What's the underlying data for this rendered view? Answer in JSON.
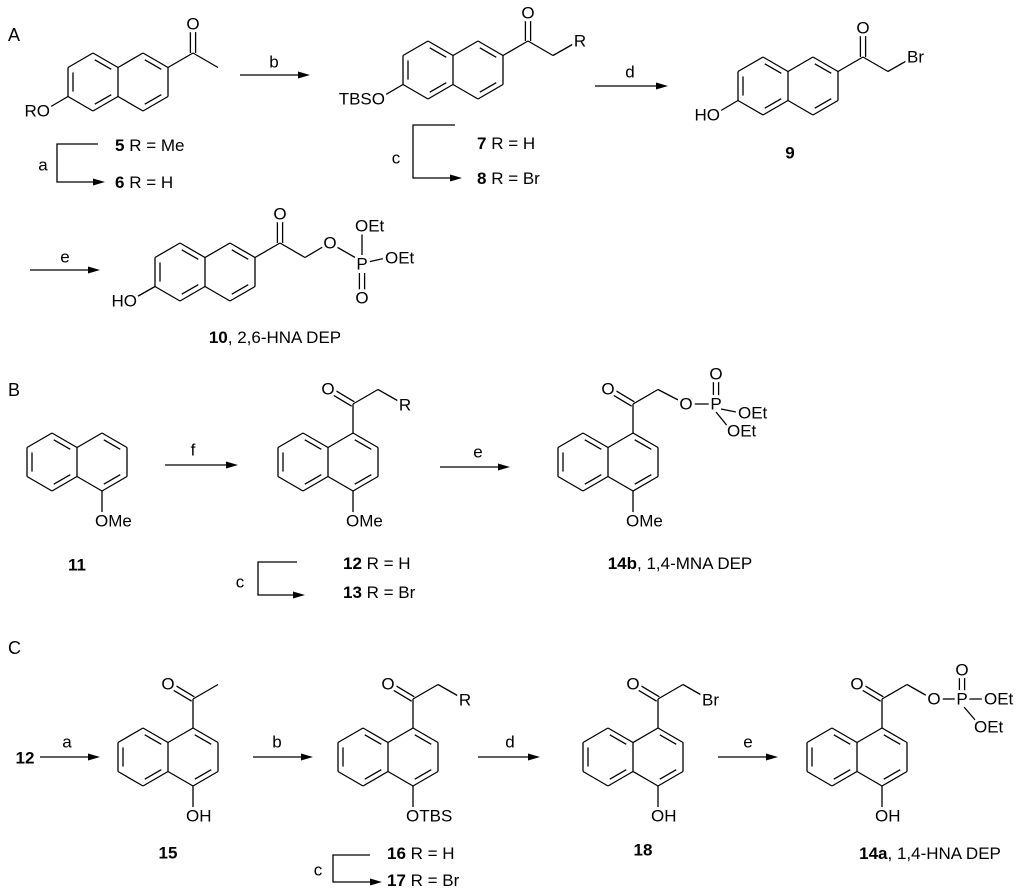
{
  "panels": {
    "A": "A",
    "B": "B",
    "C": "C"
  },
  "reagents": {
    "a": "a",
    "b": "b",
    "c": "c",
    "d": "d",
    "e": "e",
    "f": "f"
  },
  "atoms": {
    "O": "O",
    "RO": "RO",
    "TBSO": "TBSO",
    "HO": "HO",
    "R": "R",
    "Br": "Br",
    "P": "P",
    "OEt": "OEt",
    "OMe": "OMe",
    "OH": "OH",
    "OTBS": "OTBS"
  },
  "compounds": {
    "c5": {
      "number": "5",
      "desc": " R = Me"
    },
    "c6": {
      "number": "6",
      "desc": " R = H"
    },
    "c7": {
      "number": "7",
      "desc": " R = H"
    },
    "c8": {
      "number": "8",
      "desc": " R = Br"
    },
    "c9": {
      "number": "9"
    },
    "c10": {
      "number": "10",
      "desc": ", 2,6-HNA DEP"
    },
    "c11": {
      "number": "11"
    },
    "c12": {
      "number": "12",
      "desc": " R = H"
    },
    "c13": {
      "number": "13",
      "desc": " R = Br"
    },
    "c14b": {
      "number": "14b",
      "desc": ", 1,4-MNA DEP"
    },
    "c12_start": {
      "number": "12"
    },
    "c15": {
      "number": "15"
    },
    "c16": {
      "number": "16",
      "desc": " R = H"
    },
    "c17": {
      "number": "17",
      "desc": " R = Br"
    },
    "c18": {
      "number": "18"
    },
    "c14a": {
      "number": "14a",
      "desc": ", 1,4-HNA DEP"
    }
  }
}
